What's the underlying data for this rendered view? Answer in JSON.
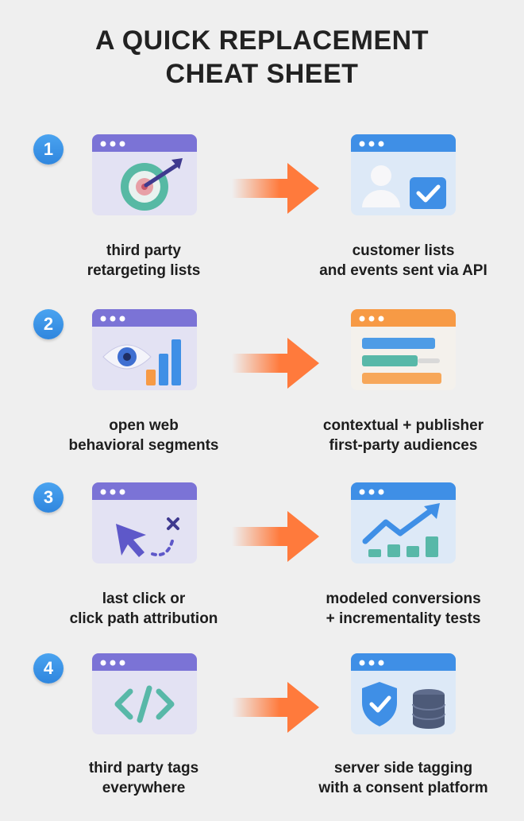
{
  "title": {
    "line1": "A QUICK REPLACEMENT",
    "line2": "CHEAT SHEET"
  },
  "colors": {
    "badge": "#3b96e8",
    "arrow": "#ff7a3c",
    "window_purple": "#7b73d6",
    "window_blue": "#3f8fe6",
    "window_orange": "#f79a45"
  },
  "rows": [
    {
      "number": "1",
      "left": {
        "icon": "target-icon",
        "line1": "third party",
        "line2": "retargeting lists"
      },
      "right": {
        "icon": "user-check-icon",
        "line1": "customer lists",
        "line2": "and events sent via API"
      }
    },
    {
      "number": "2",
      "left": {
        "icon": "eye-chart-icon",
        "line1": "open web",
        "line2": "behavioral segments"
      },
      "right": {
        "icon": "audience-bars-icon",
        "line1": "contextual + publisher",
        "line2": "first-party audiences"
      }
    },
    {
      "number": "3",
      "left": {
        "icon": "cursor-path-icon",
        "line1": "last click or",
        "line2": "click path attribution"
      },
      "right": {
        "icon": "trend-up-icon",
        "line1": "modeled conversions",
        "line2": "+ incrementality tests"
      }
    },
    {
      "number": "4",
      "left": {
        "icon": "code-tag-icon",
        "line1": "third party tags",
        "line2": "everywhere"
      },
      "right": {
        "icon": "shield-database-icon",
        "line1": "server side tagging",
        "line2": "with a consent platform"
      }
    }
  ]
}
